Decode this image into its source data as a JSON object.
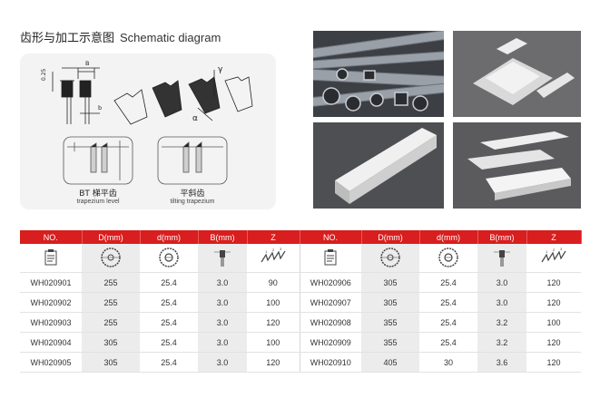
{
  "header": {
    "title_cn": "齿形与加工示意图",
    "title_en": "Schematic diagram"
  },
  "schematic": {
    "dim_b_upper": "B",
    "dim_b_lower": "b",
    "dim_thickness": "0.25",
    "angle_gamma": "γ",
    "angle_alpha": "α",
    "bt_label": "BT 梯平齿",
    "bt_sub": "trapezium  level",
    "tilt_label": "平斜齿",
    "tilt_sub": "tilting trapezium"
  },
  "photos": [
    {
      "name": "aluminum-profiles-photo",
      "subject": "aluminum profiles"
    },
    {
      "name": "pvc-channel-photo",
      "subject": "plastic channels"
    },
    {
      "name": "pvc-trunking-photo",
      "subject": "plastic trunking"
    },
    {
      "name": "pvc-pieces-photo",
      "subject": "plastic pieces"
    }
  ],
  "table": {
    "headers": [
      "NO.",
      "D(mm)",
      "d(mm)",
      "B(mm)",
      "Z",
      "NO.",
      "D(mm)",
      "d(mm)",
      "B(mm)",
      "Z"
    ],
    "icon_row": [
      "document-icon",
      "blade-icon",
      "bore-icon",
      "thickness-icon",
      "teeth-icon",
      "document-icon",
      "blade-icon",
      "bore-icon",
      "thickness-icon",
      "teeth-icon"
    ],
    "rows": [
      [
        "WH020901",
        "255",
        "25.4",
        "3.0",
        "90",
        "WH020906",
        "305",
        "25.4",
        "3.0",
        "120"
      ],
      [
        "WH020902",
        "255",
        "25.4",
        "3.0",
        "100",
        "WH020907",
        "305",
        "25.4",
        "3.0",
        "120"
      ],
      [
        "WH020903",
        "255",
        "25.4",
        "3.0",
        "120",
        "WH020908",
        "355",
        "25.4",
        "3.2",
        "100"
      ],
      [
        "WH020904",
        "305",
        "25.4",
        "3.0",
        "100",
        "WH020909",
        "355",
        "25.4",
        "3.2",
        "120"
      ],
      [
        "WH020905",
        "305",
        "25.4",
        "3.0",
        "120",
        "WH020910",
        "405",
        "30",
        "3.6",
        "120"
      ]
    ]
  },
  "colors": {
    "accent_red": "#d81e1e",
    "shaded_column": "#ececec",
    "panel_bg": "#f3f3f4"
  }
}
